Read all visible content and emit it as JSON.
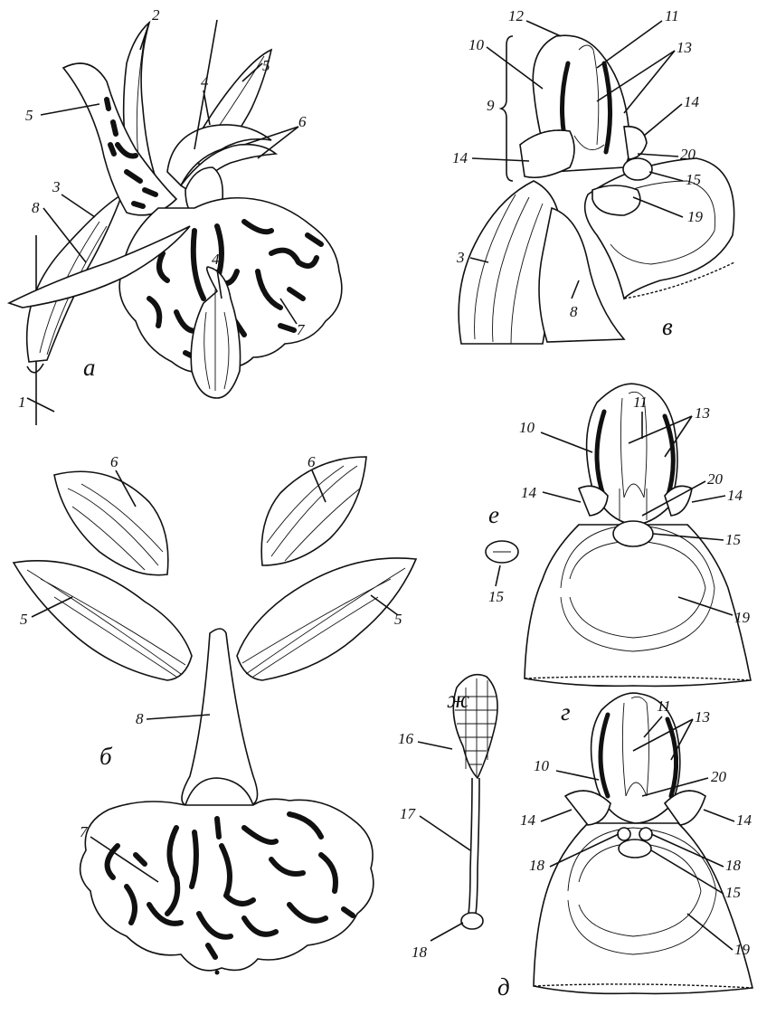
{
  "panels": {
    "a": "а",
    "b": "б",
    "v": "в",
    "g": "г",
    "d": "д",
    "e": "е",
    "zh": "ж"
  },
  "numbers": {
    "n1": "1",
    "n2": "2",
    "n3": "3",
    "n4": "4",
    "n5": "5",
    "n6": "6",
    "n7": "7",
    "n8": "8",
    "n9": "9",
    "n10": "10",
    "n11": "11",
    "n12": "12",
    "n13": "13",
    "n14": "14",
    "n15": "15",
    "n16": "16",
    "n17": "17",
    "n18": "18",
    "n19": "19",
    "n20": "20"
  }
}
